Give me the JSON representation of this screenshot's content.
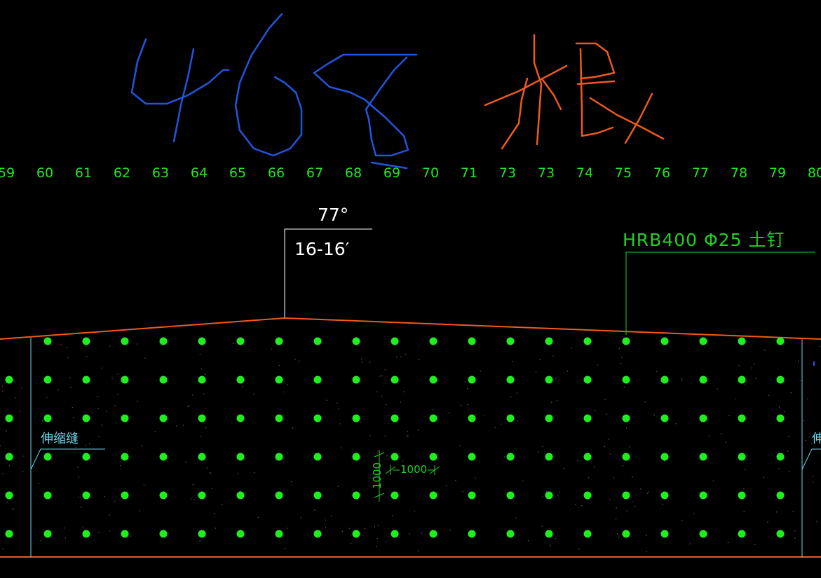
{
  "handwriting": {
    "count_text": "468",
    "unit_text": "根",
    "count_color": "#2255dd",
    "unit_color": "#ee5a1e"
  },
  "ruler": {
    "labels": [
      "59",
      "60",
      "61",
      "62",
      "63",
      "64",
      "65",
      "66",
      "67",
      "68",
      "69",
      "70",
      "71",
      "73",
      "73",
      "74",
      "75",
      "76",
      "77",
      "78",
      "79",
      "80"
    ]
  },
  "section_tag": {
    "angle": "77°",
    "section": "16-16′"
  },
  "nail_callout": {
    "label": "HRB400 Φ25 土钉",
    "color": "#22d022"
  },
  "joints": {
    "label_left": "伸缩缝",
    "label_right": "伸",
    "color": "#66d8e8"
  },
  "dimensions": {
    "vertical": "1000",
    "horizontal": "1000"
  },
  "colors": {
    "background": "#000000",
    "ground_line": "#ee5a1e",
    "nail_dot": "#1ef01e",
    "ruler_text": "#22e622",
    "white_text": "#ffffff"
  },
  "nail_grid": {
    "rows": 6,
    "row1_label_count": 20
  }
}
